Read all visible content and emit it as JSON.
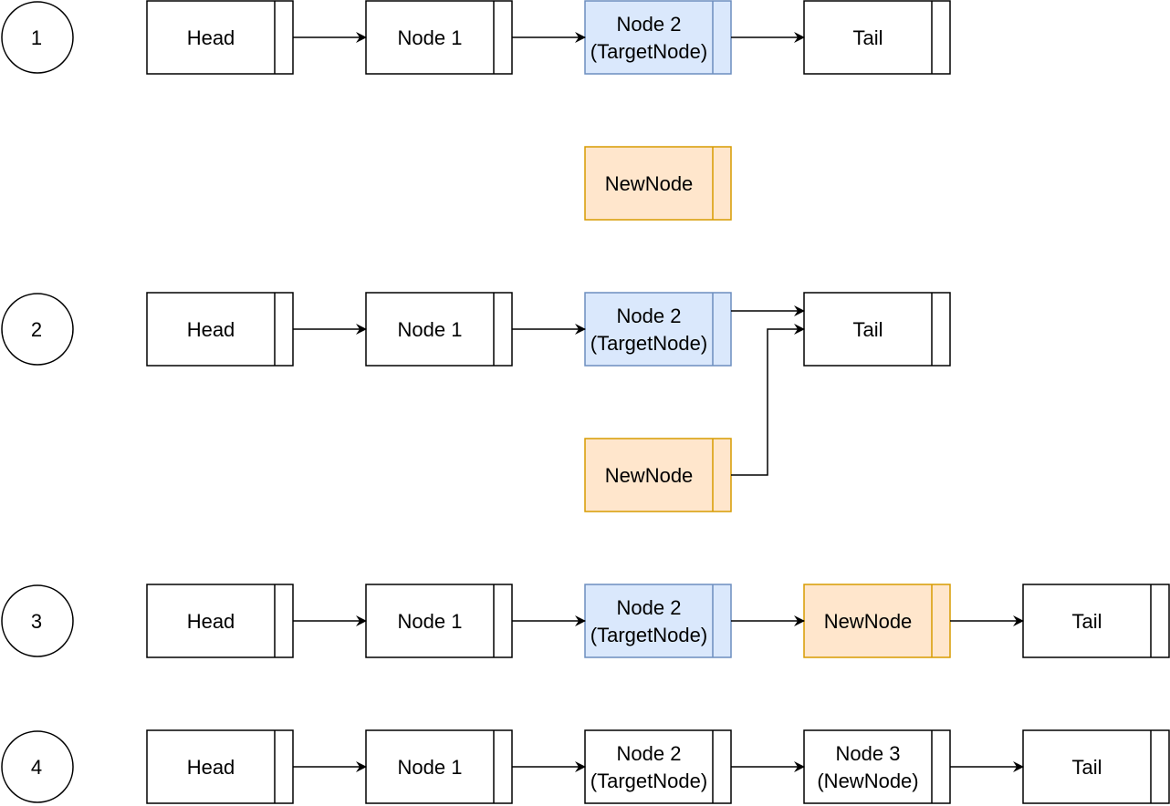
{
  "colors": {
    "default_fill": "#ffffff",
    "default_stroke": "#000000",
    "target_fill": "#dae8fc",
    "target_stroke": "#6c8ebf",
    "new_fill": "#ffe6cc",
    "new_stroke": "#d79b00"
  },
  "steps": [
    {
      "label": "1",
      "nodes": [
        {
          "id": "head",
          "lines": [
            "Head"
          ],
          "style": "default"
        },
        {
          "id": "node1",
          "lines": [
            "Node 1"
          ],
          "style": "default"
        },
        {
          "id": "node2",
          "lines": [
            "Node 2",
            "(TargetNode)"
          ],
          "style": "target"
        },
        {
          "id": "tail",
          "lines": [
            "Tail"
          ],
          "style": "default"
        },
        {
          "id": "newnode",
          "lines": [
            "NewNode"
          ],
          "style": "new"
        }
      ],
      "links": [
        [
          "head",
          "node1"
        ],
        [
          "node1",
          "node2"
        ],
        [
          "node2",
          "tail"
        ]
      ]
    },
    {
      "label": "2",
      "nodes": [
        {
          "id": "head",
          "lines": [
            "Head"
          ],
          "style": "default"
        },
        {
          "id": "node1",
          "lines": [
            "Node 1"
          ],
          "style": "default"
        },
        {
          "id": "node2",
          "lines": [
            "Node 2",
            "(TargetNode)"
          ],
          "style": "target"
        },
        {
          "id": "tail",
          "lines": [
            "Tail"
          ],
          "style": "default"
        },
        {
          "id": "newnode",
          "lines": [
            "NewNode"
          ],
          "style": "new"
        }
      ],
      "links": [
        [
          "head",
          "node1"
        ],
        [
          "node1",
          "node2"
        ],
        [
          "node2",
          "tail"
        ],
        [
          "newnode",
          "tail"
        ]
      ]
    },
    {
      "label": "3",
      "nodes": [
        {
          "id": "head",
          "lines": [
            "Head"
          ],
          "style": "default"
        },
        {
          "id": "node1",
          "lines": [
            "Node 1"
          ],
          "style": "default"
        },
        {
          "id": "node2",
          "lines": [
            "Node 2",
            "(TargetNode)"
          ],
          "style": "target"
        },
        {
          "id": "newnode",
          "lines": [
            "NewNode"
          ],
          "style": "new"
        },
        {
          "id": "tail",
          "lines": [
            "Tail"
          ],
          "style": "default"
        }
      ],
      "links": [
        [
          "head",
          "node1"
        ],
        [
          "node1",
          "node2"
        ],
        [
          "node2",
          "newnode"
        ],
        [
          "newnode",
          "tail"
        ]
      ]
    },
    {
      "label": "4",
      "nodes": [
        {
          "id": "head",
          "lines": [
            "Head"
          ],
          "style": "default"
        },
        {
          "id": "node1",
          "lines": [
            "Node 1"
          ],
          "style": "default"
        },
        {
          "id": "node2",
          "lines": [
            "Node 2",
            "(TargetNode)"
          ],
          "style": "default"
        },
        {
          "id": "node3",
          "lines": [
            "Node 3",
            "(NewNode)"
          ],
          "style": "default"
        },
        {
          "id": "tail",
          "lines": [
            "Tail"
          ],
          "style": "default"
        }
      ],
      "links": [
        [
          "head",
          "node1"
        ],
        [
          "node1",
          "node2"
        ],
        [
          "node2",
          "node3"
        ],
        [
          "node3",
          "tail"
        ]
      ]
    }
  ]
}
